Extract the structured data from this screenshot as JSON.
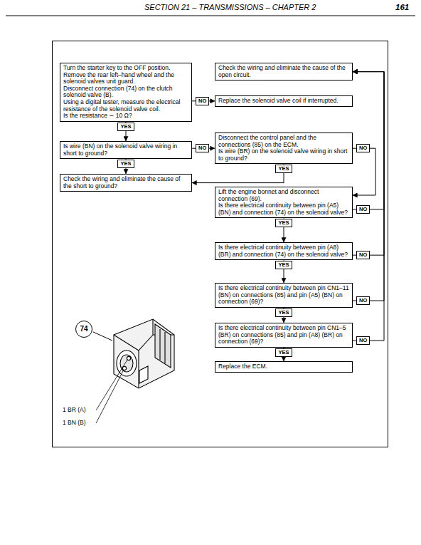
{
  "diagram": {
    "nodes": [
      {
        "text": [
          "Turn the starter key to the OFF position.",
          "Remove the rear left–hand wheel and the solenoid valves unit guard.",
          "Disconnect connection (74) on the clutch solenoid valve (B).",
          "Using a digital tester, measure the electrical resistance of the solenoid valve coil.",
          "Is the resistance ∼ 10 Ω?"
        ]
      },
      {
        "text": [
          "Check the wiring and eliminate the cause of the open circuit."
        ]
      },
      {
        "text": [
          "Replace the solenoid valve coil if interrupted."
        ]
      },
      {
        "text": [
          "Is wire (BN) on the solenoid valve wiring in short to ground?"
        ]
      },
      {
        "text": [
          "Disconnect the control panel and the connections (85) on the ECM.",
          "Is wire (BR) on the solenoid valve wiring in short to ground?"
        ]
      },
      {
        "text": [
          "Check the wiring and eliminate the cause of the short to ground?"
        ]
      },
      {
        "text": [
          "Lift the engine bonnet and disconnect connection (69).",
          "Is there electrical continuity between pin (A5) (BN) and connection (74) on the solenoid valve?"
        ]
      },
      {
        "text": [
          "Is there electrical continuity between pin (A8) (BR) and connection (74) on the solenoid valve?"
        ]
      },
      {
        "text": [
          "Is there electrical continuity between pin CN1–11 (BN) on connections (85) and pin (A5) (BN) on connection (69)?"
        ]
      },
      {
        "text": [
          "Is there electrical continuity between pin CN1–5 (BR) on connections (85) and pin (A8) (BR) on connection (69)?"
        ]
      },
      {
        "text": [
          "Replace the ECM."
        ]
      },
      {
        "text": [
          "74"
        ]
      }
    ],
    "edges": [
      {
        "from": 0,
        "to": 2,
        "label": "NO",
        "arrow": "to"
      },
      {
        "from": 0,
        "to": 3,
        "label": "YES",
        "arrow": "to"
      },
      {
        "from": 3,
        "to": 4,
        "label": "NO",
        "arrow": "to"
      },
      {
        "from": 3,
        "to": 5,
        "label": "YES",
        "arrow": "to"
      },
      {
        "from": 4,
        "to": 5,
        "label": "YES",
        "arrow": "to"
      },
      {
        "from": 4,
        "to": 6,
        "label": "NO",
        "arrow": "to"
      },
      {
        "from": 6,
        "to": 7,
        "label": "YES",
        "arrow": "to"
      },
      {
        "from": 6,
        "to": 1,
        "label": "NO",
        "arrow": "to"
      },
      {
        "from": 7,
        "to": 8,
        "label": "YES",
        "arrow": "to"
      },
      {
        "from": 7,
        "to": 1,
        "label": "NO",
        "arrow": "to"
      },
      {
        "from": 8,
        "to": 9,
        "label": "YES",
        "arrow": "to"
      },
      {
        "from": 8,
        "to": 1,
        "label": "NO",
        "arrow": "to"
      },
      {
        "from": 9,
        "to": 10,
        "label": "YES",
        "arrow": "to"
      },
      {
        "from": 9,
        "to": 1,
        "label": "NO",
        "arrow": "to"
      }
    ],
    "labels": [
      "SECTION 21 – TRANSMISSIONS – CHAPTER 2",
      "161",
      "1 BR (A)",
      "1 BN (B)"
    ]
  }
}
